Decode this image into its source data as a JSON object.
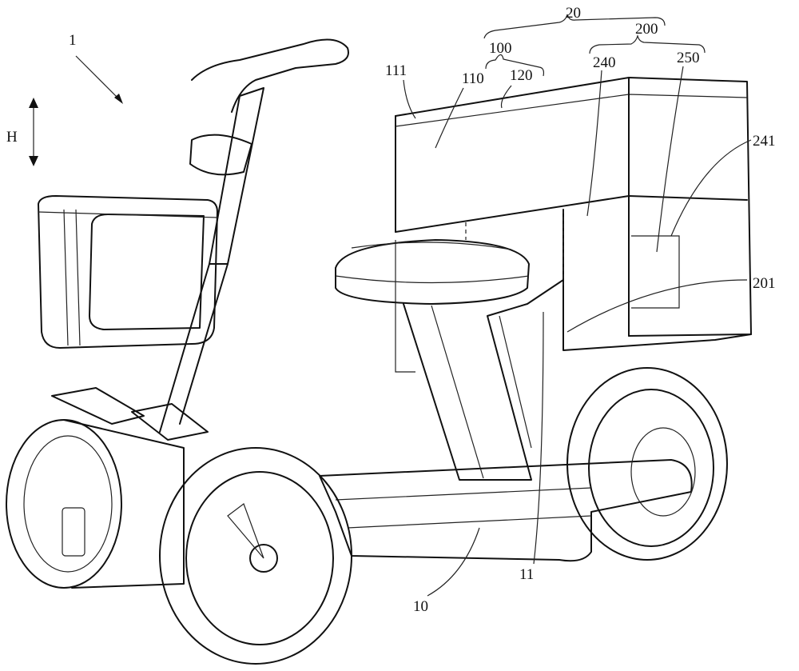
{
  "figure": {
    "labels": {
      "device": "1",
      "height_direction": "H",
      "storage_assembly": "20",
      "first_box": "100",
      "second_box": "200",
      "lid_edge": "111",
      "part_110": "110",
      "part_120": "120",
      "part_240": "240",
      "part_250": "250",
      "part_241": "241",
      "part_201": "201",
      "seat_post": "11",
      "frame": "10"
    }
  }
}
